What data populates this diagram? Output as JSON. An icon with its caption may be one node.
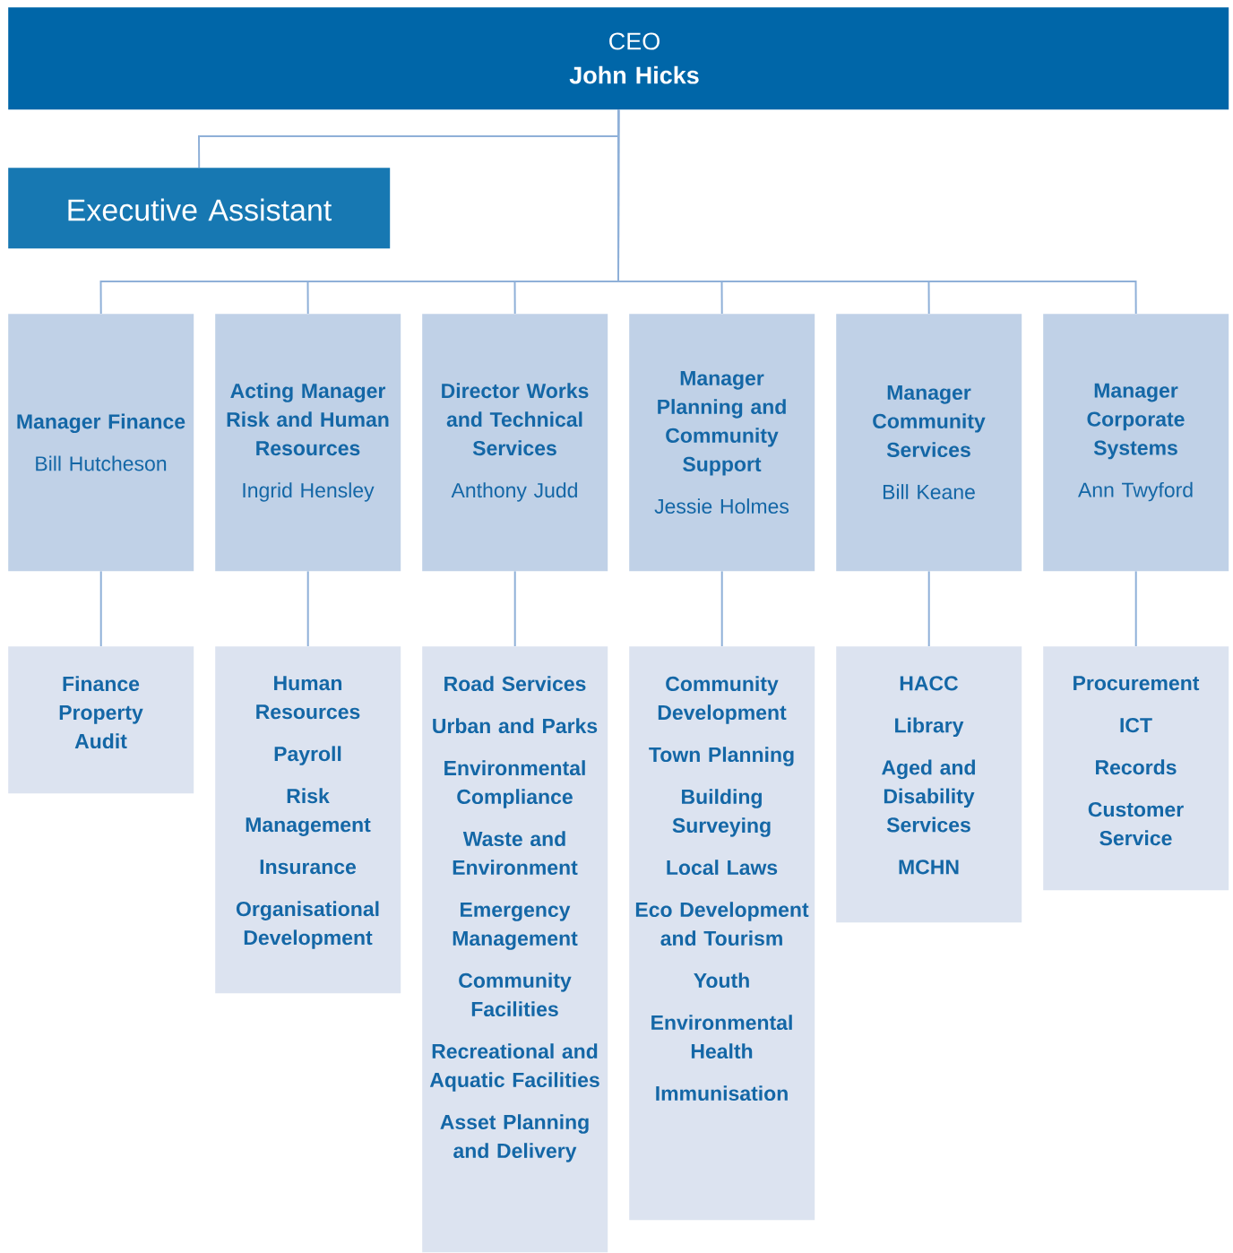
{
  "diagram": {
    "nodes": [
      {
        "text": [
          "CEO",
          "John Hicks"
        ]
      },
      {
        "text": [
          "Executive Assistant"
        ]
      },
      {
        "text": [
          "Manager Finance",
          "Bill Hutcheson"
        ]
      },
      {
        "text": [
          "Acting Manager Risk and Human Resources",
          "Ingrid Hensley"
        ]
      },
      {
        "text": [
          "Director Works and Technical Services",
          "Anthony Judd"
        ]
      },
      {
        "text": [
          "Manager Planning and Community Support",
          "Jessie Holmes"
        ]
      },
      {
        "text": [
          "Manager Community Services",
          "Bill Keane"
        ]
      },
      {
        "text": [
          "Manager Corporate Systems",
          "Ann Twyford"
        ]
      },
      {
        "text": [
          "Finance",
          "Property",
          "Audit"
        ]
      },
      {
        "text": [
          "Human Resources",
          "Payroll",
          "Risk Management",
          "Insurance",
          "Organisational Development"
        ]
      },
      {
        "text": [
          "Road Services",
          "Urban and Parks",
          "Environmental Compliance",
          "Waste and Environment",
          "Emergency Management",
          "Community Facilities",
          "Recreational and Aquatic Facilities",
          "Asset Planning and Delivery"
        ]
      },
      {
        "text": [
          "Community Development",
          "Town Planning",
          "Building Surveying",
          "Local Laws",
          "Eco Development and Tourism",
          "Youth",
          "Environmental Health",
          "Immunisation"
        ]
      },
      {
        "text": [
          "HACC",
          "Library",
          "Aged and Disability Services",
          "MCHN"
        ]
      },
      {
        "text": [
          "Procurement",
          "ICT",
          "Records",
          "Customer Service"
        ]
      }
    ],
    "edges": [
      {
        "from": 0,
        "to": 1,
        "arrow": "none"
      },
      {
        "from": 0,
        "to": 2,
        "arrow": "none"
      },
      {
        "from": 0,
        "to": 3,
        "arrow": "none"
      },
      {
        "from": 0,
        "to": 4,
        "arrow": "none"
      },
      {
        "from": 0,
        "to": 5,
        "arrow": "none"
      },
      {
        "from": 0,
        "to": 6,
        "arrow": "none"
      },
      {
        "from": 0,
        "to": 7,
        "arrow": "none"
      },
      {
        "from": 2,
        "to": 8,
        "arrow": "none"
      },
      {
        "from": 3,
        "to": 9,
        "arrow": "none"
      },
      {
        "from": 4,
        "to": 10,
        "arrow": "none"
      },
      {
        "from": 5,
        "to": 11,
        "arrow": "none"
      },
      {
        "from": 6,
        "to": 12,
        "arrow": "none"
      },
      {
        "from": 7,
        "to": 13,
        "arrow": "none"
      }
    ]
  }
}
